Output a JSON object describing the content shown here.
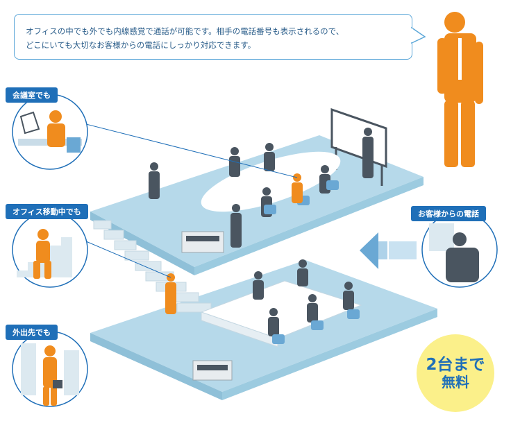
{
  "header": {
    "line1": "オフィスの中でも外でも内線感覚で通話が可能です。相手の電話番号も表示されるので、",
    "line2": "どこにいても大切なお客様からの電話にしっかり対応できます。"
  },
  "labels": {
    "meeting_room": "会議室でも",
    "moving_in_office": "オフィス移動中でも",
    "outside": "外出先でも",
    "incoming_call": "お客様からの電話"
  },
  "badge": {
    "line1": "2台まで",
    "line2": "無料"
  },
  "colors": {
    "accent_blue": "#1f6fb8",
    "floor_blue": "#b6d9ea",
    "person_orange": "#f08c1e",
    "person_gray": "#4a5560",
    "badge_yellow": "#fbf08a",
    "bubble_border": "#5aa6d8"
  }
}
